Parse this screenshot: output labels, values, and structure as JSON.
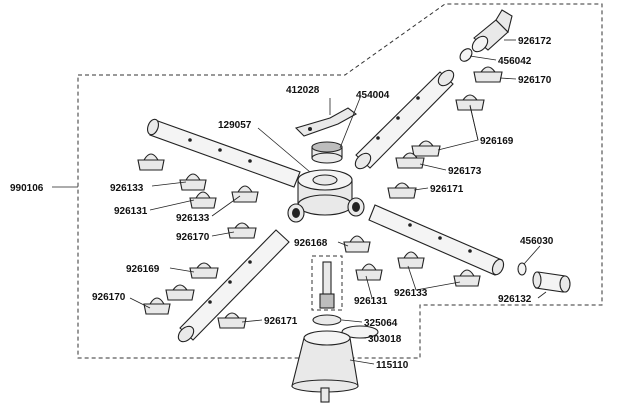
{
  "part_numbers": {
    "assembly": "990106",
    "elbow": "926172",
    "oring_top": "456042",
    "clamp_top_right": "926170",
    "clamp_set_right": "926169",
    "clamp_right_mid": "926173",
    "clamp_right_lower": "926171",
    "oring_right": "456030",
    "end_cap": "926132",
    "bracket": "412028",
    "knob_part": "454004",
    "hub": "129057",
    "clamp_left_a": "926133",
    "clamp_left_b": "926131",
    "clamp_left_c": "926133",
    "clamp_left_d": "926170",
    "clamp_center_top": "926168",
    "clamp_center_mid": "926131",
    "clamp_center_right": "926133",
    "clamp_left_set": "926169",
    "clamp_left_lower": "926170",
    "clamp_bottom": "926171",
    "nut": "325064",
    "washer": "303018",
    "base": "115110"
  }
}
